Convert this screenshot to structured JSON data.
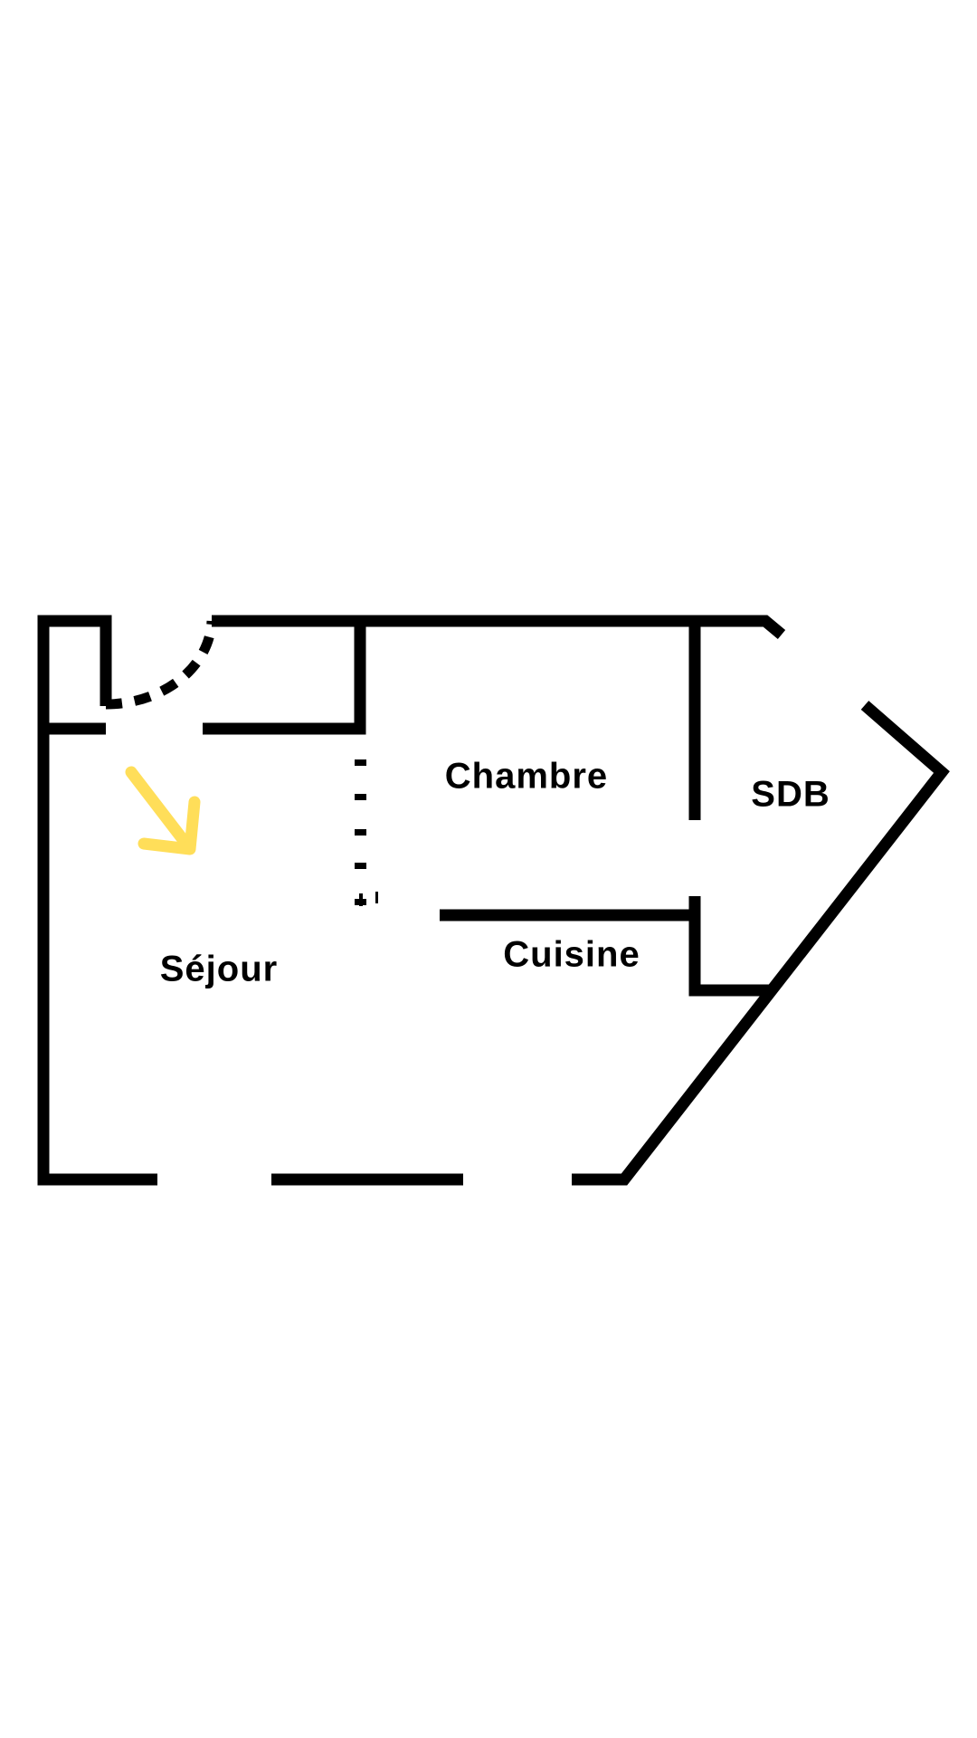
{
  "floor_plan": {
    "rooms": {
      "chambre": "Chambre",
      "sdb": "SDB",
      "cuisine": "Cuisine",
      "sejour": "Séjour"
    },
    "colors": {
      "wall": "#000000",
      "entry_arrow": "#FFDE59",
      "background": "#FFFFFF"
    }
  }
}
